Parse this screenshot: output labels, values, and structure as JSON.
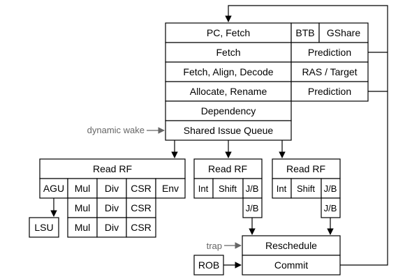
{
  "pipeline": {
    "pc_fetch": "PC, Fetch",
    "btb": "BTB",
    "gshare": "GShare",
    "fetch": "Fetch",
    "prediction_1": "Prediction",
    "fetch_align_decode": "Fetch, Align, Decode",
    "ras_target": "RAS / Target",
    "allocate_rename": "Allocate, Rename",
    "prediction_2": "Prediction",
    "dependency": "Dependency",
    "shared_issue_queue": "Shared Issue Queue",
    "dynamic_wake": "dynamic wake"
  },
  "lane1": {
    "read_rf": "Read RF",
    "agu": "AGU",
    "mul": "Mul",
    "div": "Div",
    "csr": "CSR",
    "env": "Env",
    "lsu": "LSU"
  },
  "lane2": {
    "read_rf": "Read RF",
    "int": "Int",
    "shift": "Shift",
    "jb": "J/B"
  },
  "lane3": {
    "read_rf": "Read RF",
    "int": "Int",
    "shift": "Shift",
    "jb": "J/B"
  },
  "backend": {
    "trap": "trap",
    "reschedule": "Reschedule",
    "rob": "ROB",
    "commit": "Commit"
  },
  "colors": {
    "line": "#000000",
    "annotation": "#666666"
  }
}
